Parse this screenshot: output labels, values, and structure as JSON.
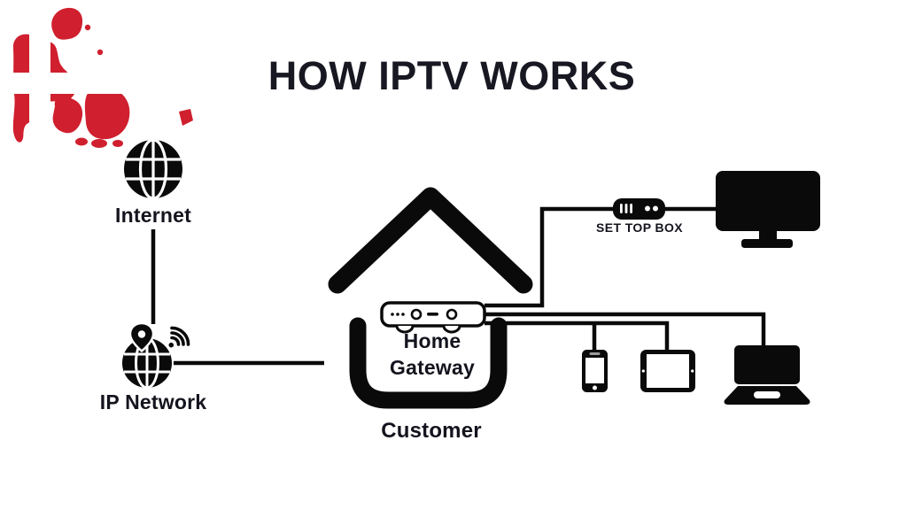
{
  "title": "HOW IPTV WORKS",
  "labels": {
    "internet": "Internet",
    "ip_network": "IP Network",
    "home_gateway": "Home Gateway",
    "customer": "Customer",
    "set_top_box": "SET TOP BOX"
  },
  "nodes": [
    {
      "id": "internet",
      "icon": "globe-icon"
    },
    {
      "id": "ip-network",
      "icon": "globe-pin-wifi-icon"
    },
    {
      "id": "home-gateway",
      "icon": "router-icon"
    },
    {
      "id": "customer-house",
      "icon": "house-icon"
    },
    {
      "id": "set-top-box",
      "icon": "set-top-box-icon"
    },
    {
      "id": "tv",
      "icon": "tv-icon"
    },
    {
      "id": "smartphone",
      "icon": "smartphone-icon"
    },
    {
      "id": "tablet",
      "icon": "tablet-icon"
    },
    {
      "id": "laptop",
      "icon": "laptop-icon"
    }
  ],
  "connections": [
    [
      "internet",
      "ip-network"
    ],
    [
      "ip-network",
      "customer-house"
    ],
    [
      "home-gateway",
      "set-top-box"
    ],
    [
      "set-top-box",
      "tv"
    ],
    [
      "home-gateway",
      "smartphone"
    ],
    [
      "home-gateway",
      "tablet"
    ],
    [
      "home-gateway",
      "laptop"
    ]
  ],
  "colors": {
    "background": "#ffffff",
    "diagram_black": "#0a0a0a",
    "text": "#14141e",
    "flag_red": "#d01f2e",
    "flag_white": "#ffffff"
  }
}
